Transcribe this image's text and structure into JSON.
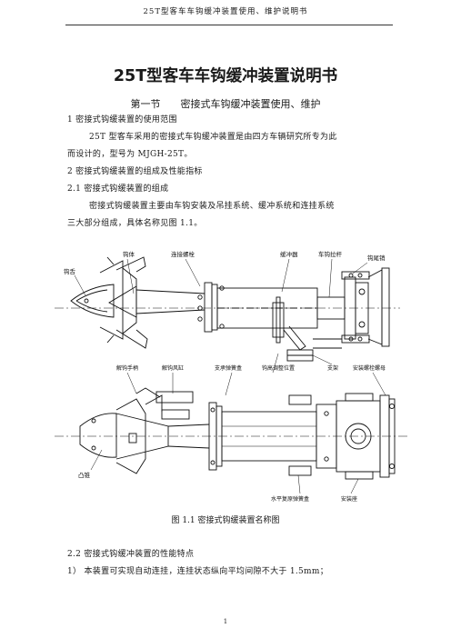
{
  "header": "25T型客车车钩缓冲装置使用、维护说明书",
  "title": "25T型客车车钩缓冲装置说明书",
  "section": {
    "num": "第一节",
    "name": "密接式车钩缓冲装置使用、维护"
  },
  "paragraphs": [
    "1  密接式钩缓装置的使用范围",
    "25T 型客车采用的密接式车钩缓冲装置是由四方车辆研究所专为此",
    "而设计的，型号为 MJGH-25T。",
    "2  密接式钩缓装置的组成及性能指标",
    "2.1  密接式钩缓装置的组成",
    "密接式钩缓装置主要由车钩安装及吊挂系统、缓冲系统和连挂系统",
    "三大部分组成，具体名称见图 1.1。"
  ],
  "figure": {
    "labels": {
      "gouti": "钩体",
      "lianjie_luoshuan": "连接螺栓",
      "huanchongqi": "缓冲器",
      "chegou_diaogan": "车钩拉杆",
      "gouwei_xiao": "钩尾销",
      "gou_she": "钩舌",
      "jiegou_shoubing": "解钩手柄",
      "jiegou_fenggang": "解钩风缸",
      "zhicheng_tanhuang_he": "支承弹簧盒",
      "gou_gaotiaozheng": "钩高调整位置",
      "zhicheng": "支架",
      "anzhuang_luoshuan": "安装螺栓螺母",
      "ao_zhui": "凸锥",
      "shuiping_fuyuan": "水平复原弹簧盒",
      "anzhuang_zuo": "安装座"
    },
    "caption": "图 1.1  密接式钩缓装置名称图"
  },
  "after": [
    "2.2  密接式钩缓冲装置的性能特点",
    "1）  本装置可实现自动连挂，连挂状态纵向平均间隙不大于 1.5mm；"
  ],
  "page_number": "1"
}
